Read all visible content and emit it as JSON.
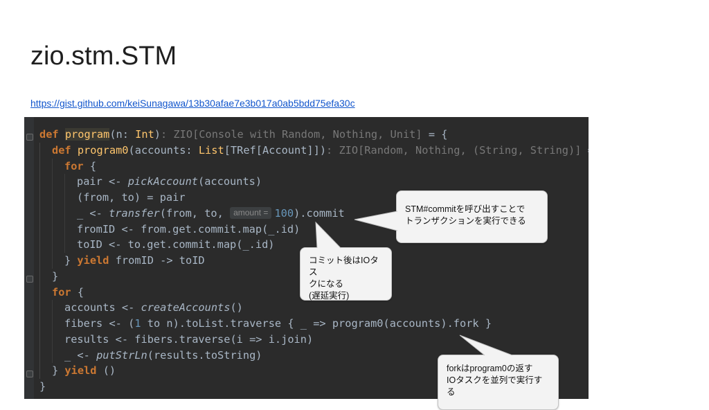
{
  "slide": {
    "title": "zio.stm.STM",
    "link": "https://gist.github.com/keiSunagawa/13b30afae7e3b017a0ab5bdd75efa30c"
  },
  "code": {
    "lines": [
      {
        "indent": 0,
        "tokens": [
          {
            "t": "def ",
            "c": "kw"
          },
          {
            "t": "program",
            "c": "fn hl-prog"
          },
          {
            "t": "(n: "
          },
          {
            "t": "Int",
            "c": "fn"
          },
          {
            "t": ")"
          },
          {
            "t": ": ZIO[Console with Random, Nothing, Unit]",
            "c": "hint"
          },
          {
            "t": " = {"
          }
        ]
      },
      {
        "indent": 1,
        "tokens": [
          {
            "t": "def ",
            "c": "kw"
          },
          {
            "t": "program0",
            "c": "fn"
          },
          {
            "t": "(accounts: "
          },
          {
            "t": "List",
            "c": "fn"
          },
          {
            "t": "[TRef[Account]])"
          },
          {
            "t": ": ZIO[Random, Nothing, (String, String)]",
            "c": "hint"
          },
          {
            "t": " = {"
          }
        ]
      },
      {
        "indent": 2,
        "tokens": [
          {
            "t": "for",
            "c": "kw"
          },
          {
            "t": " {"
          }
        ]
      },
      {
        "indent": 3,
        "tokens": [
          {
            "t": "pair <- "
          },
          {
            "t": "pickAccount",
            "c": "it"
          },
          {
            "t": "(accounts)"
          }
        ]
      },
      {
        "indent": 3,
        "tokens": [
          {
            "t": "(from, to) = pair"
          }
        ]
      },
      {
        "indent": 3,
        "tokens": [
          {
            "t": "_ <- "
          },
          {
            "t": "transfer",
            "c": "it"
          },
          {
            "t": "(from, to, "
          },
          {
            "t": "amount =",
            "c": "param-hint"
          },
          {
            "t": "100",
            "c": "num"
          },
          {
            "t": ").commit"
          }
        ]
      },
      {
        "indent": 3,
        "tokens": [
          {
            "t": "fromID <- from.get.commit.map(_.id)"
          }
        ]
      },
      {
        "indent": 3,
        "tokens": [
          {
            "t": "toID <- to.get.commit.map(_.id)"
          }
        ]
      },
      {
        "indent": 2,
        "tokens": [
          {
            "t": "} "
          },
          {
            "t": "yield",
            "c": "kw"
          },
          {
            "t": " fromID -> toID"
          }
        ]
      },
      {
        "indent": 1,
        "tokens": [
          {
            "t": "}"
          }
        ]
      },
      {
        "indent": 1,
        "tokens": [
          {
            "t": "for",
            "c": "kw"
          },
          {
            "t": " {"
          }
        ]
      },
      {
        "indent": 2,
        "tokens": [
          {
            "t": "accounts <- "
          },
          {
            "t": "createAccounts",
            "c": "it"
          },
          {
            "t": "()"
          }
        ]
      },
      {
        "indent": 2,
        "tokens": [
          {
            "t": "fibers <- ("
          },
          {
            "t": "1",
            "c": "num"
          },
          {
            "t": " to n).toList.traverse { _ => program0(accounts).fork }"
          }
        ]
      },
      {
        "indent": 2,
        "tokens": [
          {
            "t": "results <- fibers.traverse(i => i.join)"
          }
        ]
      },
      {
        "indent": 2,
        "tokens": [
          {
            "t": "_ <- "
          },
          {
            "t": "putStrLn",
            "c": "it"
          },
          {
            "t": "(results.toString)"
          }
        ]
      },
      {
        "indent": 1,
        "tokens": [
          {
            "t": "} "
          },
          {
            "t": "yield",
            "c": "kw"
          },
          {
            "t": " ()"
          }
        ]
      },
      {
        "indent": 0,
        "tokens": [
          {
            "t": "}"
          }
        ]
      }
    ]
  },
  "callouts": {
    "commit": "STM#commitを呼び出すことで\nトランザクションを実行できる",
    "io": "コミット後はIOタス\nクになる\n(遅延実行)",
    "fork": "forkはprogram0の返す\nIOタスクを並列で実行す\nる"
  },
  "colors": {
    "editor_background": "#2b2b2b",
    "keyword": "#cc7832",
    "function": "#ffc66d",
    "number": "#6897bb",
    "plain": "#a9b7c6",
    "type_hint": "#787878",
    "link": "#1155cc",
    "callout_fill": "#f3f3f3"
  }
}
